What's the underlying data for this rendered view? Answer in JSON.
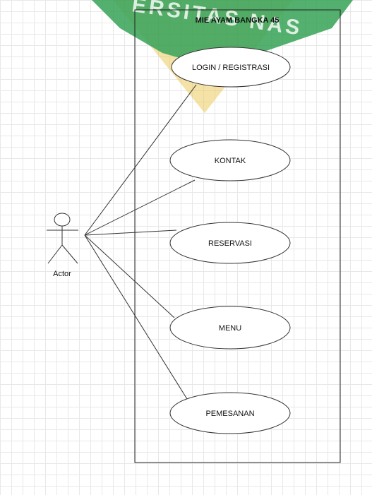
{
  "system_title": "MIE AYAM BANGKA 45",
  "actor_label": "Actor",
  "use_cases": [
    "LOGIN / REGISTRASI",
    "KONTAK",
    "RESERVASI",
    "MENU",
    "PEMESANAN"
  ],
  "watermark": {
    "text": "UNIVERSITAS NASIONAL",
    "color": "#2e9e4f",
    "accent": "#e9c34a"
  },
  "colors": {
    "line": "#333333",
    "ellipse_fill": "#ffffff",
    "boundary": "#222222"
  }
}
